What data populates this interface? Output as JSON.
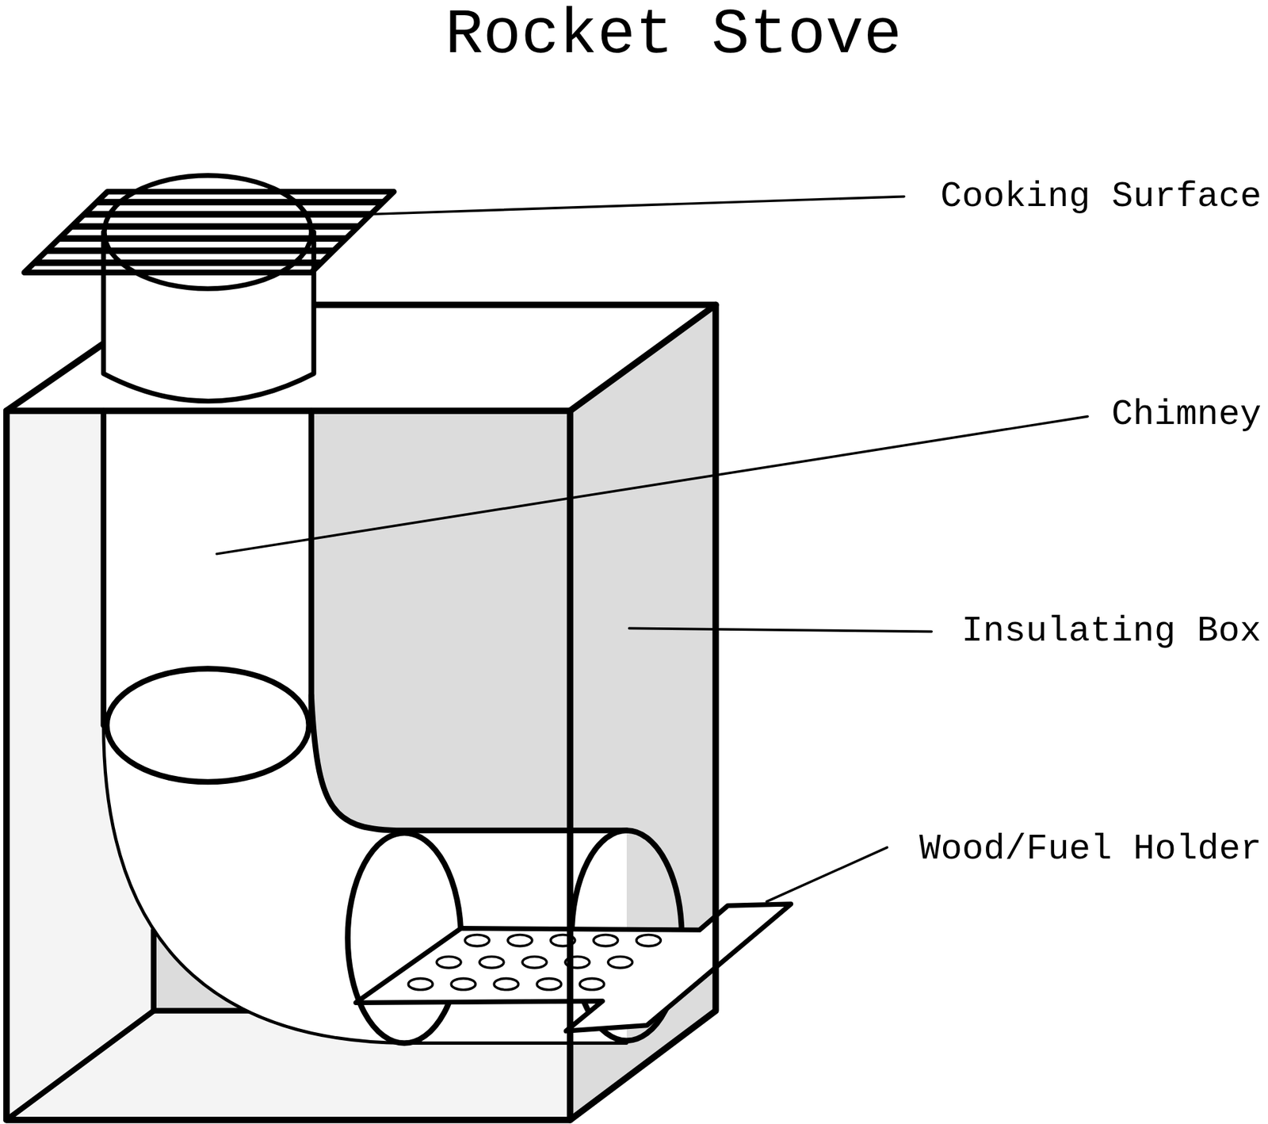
{
  "diagram": {
    "title": "Rocket Stove",
    "labels": [
      "Cooking Surface",
      "Chimney",
      "Insulating Box",
      "Wood/Fuel Holder"
    ]
  }
}
